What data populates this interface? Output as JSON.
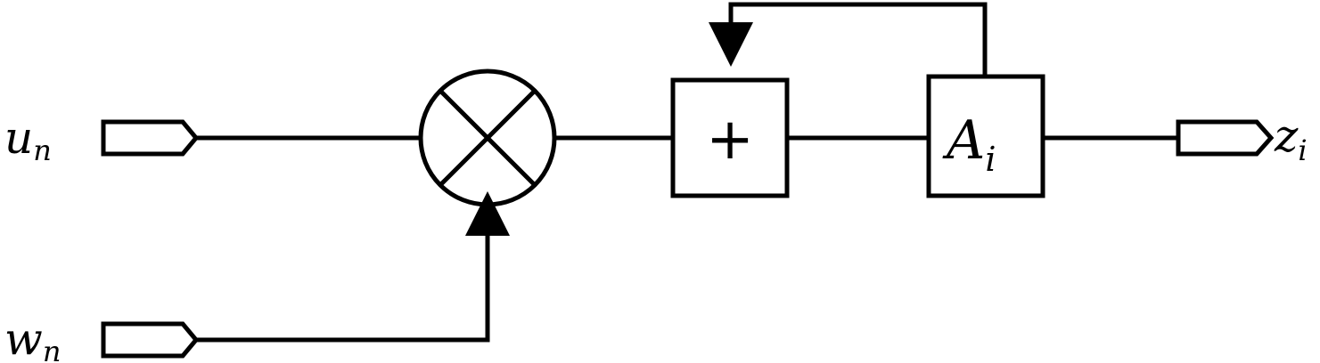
{
  "inputs": {
    "u": "u",
    "u_sub": "n",
    "w": "w",
    "w_sub": "n"
  },
  "output": {
    "z": "z",
    "z_sub": "i"
  },
  "blocks": {
    "multiplier": "×",
    "adder": "+",
    "accumulator": "A",
    "accumulator_sub": "i"
  }
}
